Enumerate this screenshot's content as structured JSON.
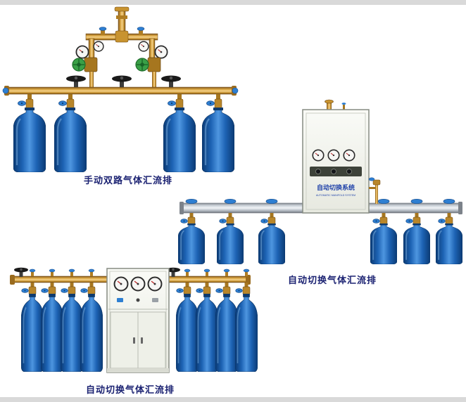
{
  "page": {
    "background": "#ffffff",
    "top_strip_color": "#d9d9d9",
    "bottom_strip_color": "#d9d9d9"
  },
  "palette": {
    "brass_pipe": "#c8932f",
    "cylinder_blue": "#1d63b4",
    "handwheel_blue": "#2e7fd2",
    "black_handwheel": "#1a1a1a",
    "regulator_green": "#3aa047",
    "rail_silver": "#c6ccd4",
    "cabinet_face": "#f3f4ef",
    "caption_color": "#1b2272"
  },
  "products": [
    {
      "type": "manual-dual-manifold",
      "caption": "手动双路气体汇流排",
      "cylinder_count": 4
    },
    {
      "type": "auto-switch-manifold-wall-cabinet",
      "caption": "自动切换气体汇流排",
      "cylinder_count": 6
    },
    {
      "type": "auto-switch-manifold-floor-cabinet",
      "caption": "自动切换气体汇流排",
      "cylinder_count": 8
    }
  ],
  "cabinet": {
    "label_cn": "自动切换系统",
    "label_en": "AUTOMATIC MANIFOLD SYSTEM"
  }
}
